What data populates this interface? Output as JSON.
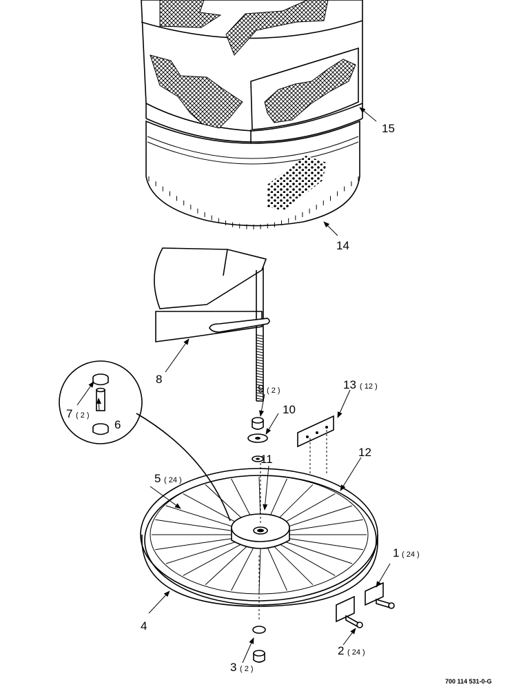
{
  "callouts": {
    "c1": {
      "num": "1",
      "qty": "( 24 )"
    },
    "c2": {
      "num": "2",
      "qty": "( 24 )"
    },
    "c3": {
      "num": "3",
      "qty": "( 2 )"
    },
    "c4": {
      "num": "4"
    },
    "c5": {
      "num": "5",
      "qty": "( 24 )"
    },
    "c6": {
      "num": "6"
    },
    "c7": {
      "num": "7",
      "qty": "( 2 )"
    },
    "c8": {
      "num": "8"
    },
    "c9": {
      "num": "9",
      "qty": "( 2 )"
    },
    "c10": {
      "num": "10"
    },
    "c11": {
      "num": "11"
    },
    "c12": {
      "num": "12"
    },
    "c13": {
      "num": "13",
      "qty": "( 12 )"
    },
    "c14": {
      "num": "14"
    },
    "c15": {
      "num": "15"
    }
  },
  "drawing_number": "700 114 531-0-G",
  "colors": {
    "line": "#000000",
    "background": "#ffffff",
    "crosshatch": "#000000"
  }
}
